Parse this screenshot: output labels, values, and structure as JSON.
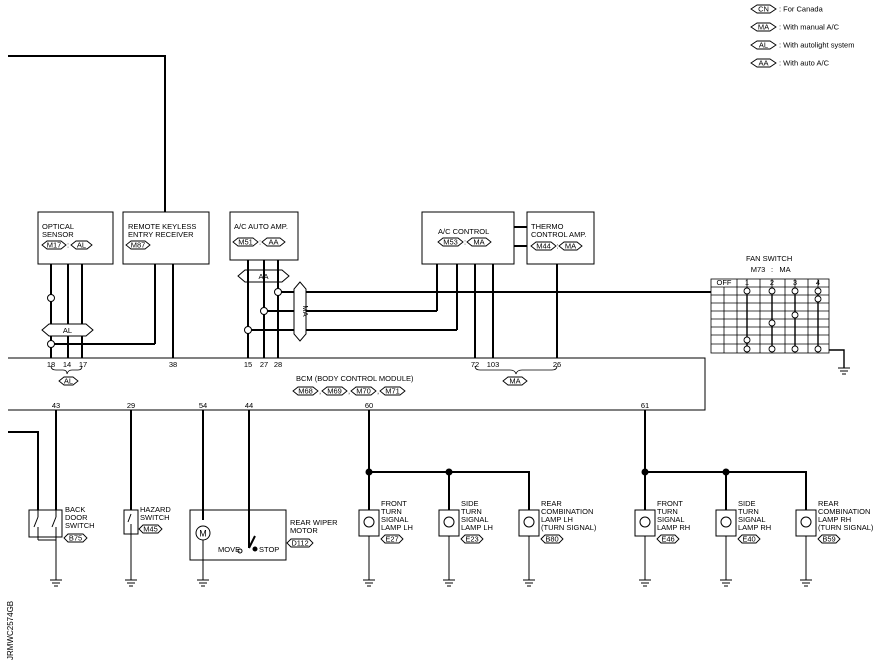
{
  "legend": [
    {
      "code": "CN",
      "text": ": For Canada"
    },
    {
      "code": "MA",
      "text": ": With manual A/C"
    },
    {
      "code": "AL",
      "text": ": With autolight system"
    },
    {
      "code": "AA",
      "text": ": With auto A/C"
    }
  ],
  "components": {
    "optical_sensor": {
      "line1": "OPTICAL",
      "line2": "SENSOR",
      "conn": "M17",
      "opt": "AL"
    },
    "keyless_receiver": {
      "line1": "REMOTE KEYLESS",
      "line2": "ENTRY RECEIVER",
      "conn": "M87"
    },
    "ac_auto_amp": {
      "line1": "A/C AUTO AMP.",
      "conn": "M51",
      "opt": "AA"
    },
    "ac_control": {
      "line1": "A/C CONTROL",
      "conn": "M53",
      "opt": "MA"
    },
    "thermo_amp": {
      "line1": "THERMO",
      "line2": "CONTROL AMP.",
      "conn": "M44",
      "opt": "MA"
    },
    "fan_switch": {
      "title": "FAN SWITCH",
      "conn": "M73",
      "opt": "MA",
      "cols": [
        "OFF",
        "1",
        "2",
        "3",
        "4"
      ]
    },
    "bcm": {
      "title": "BCM (BODY CONTROL MODULE)",
      "conns": [
        "M68",
        "M69",
        "M70",
        "M71"
      ]
    },
    "back_door": {
      "lines": [
        "BACK",
        "DOOR",
        "SWITCH"
      ],
      "conn": "B75"
    },
    "hazard": {
      "lines": [
        "HAZARD",
        "SWITCH"
      ],
      "conn": "M45"
    },
    "rear_wiper": {
      "lines": [
        "REAR WIPER",
        "MOTOR"
      ],
      "conn": "D112",
      "move": "MOVE",
      "stop": "STOP",
      "motor": "M"
    },
    "front_lh": {
      "lines": [
        "FRONT",
        "TURN",
        "SIGNAL",
        "LAMP LH"
      ],
      "conn": "E27"
    },
    "side_lh": {
      "lines": [
        "SIDE",
        "TURN",
        "SIGNAL",
        "LAMP LH"
      ],
      "conn": "E23"
    },
    "rear_lh": {
      "lines": [
        "REAR",
        "COMBINATION",
        "LAMP LH",
        "(TURN SIGNAL)"
      ],
      "conn": "B80"
    },
    "front_rh": {
      "lines": [
        "FRONT",
        "TURN",
        "SIGNAL",
        "LAMP RH"
      ],
      "conn": "E46"
    },
    "side_rh": {
      "lines": [
        "SIDE",
        "TURN",
        "SIGNAL",
        "LAMP RH"
      ],
      "conn": "E40"
    },
    "rear_rh": {
      "lines": [
        "REAR",
        "COMBINATION",
        "LAMP RH",
        "(TURN SIGNAL)"
      ],
      "conn": "B59"
    }
  },
  "bus_labels": {
    "al": "AL",
    "aa": "AA",
    "ma": "MA"
  },
  "bcm_pins_top": {
    "p18": "18",
    "p14": "14",
    "p17": "17",
    "p38": "38",
    "p15": "15",
    "p27": "27",
    "p28": "28",
    "p72": "72",
    "p103": "103",
    "p26": "26",
    "al": "AL",
    "ma": "MA"
  },
  "bcm_pins_bottom": {
    "p43": "43",
    "p29": "29",
    "p54": "54",
    "p44": "44",
    "p60": "60",
    "p61": "61"
  },
  "figure_id": "JRMWC2574GB"
}
